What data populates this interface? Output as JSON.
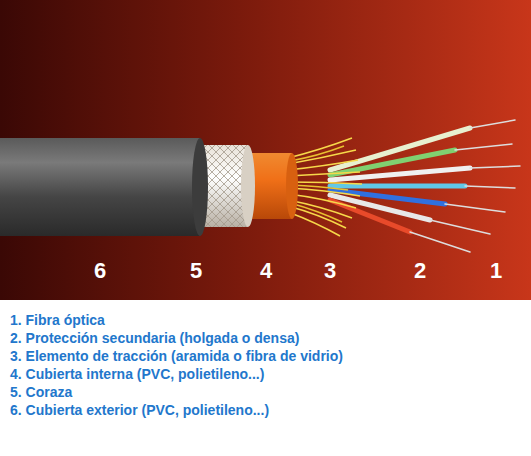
{
  "diagram": {
    "labels": [
      "6",
      "5",
      "4",
      "3",
      "2",
      "1",
      "1. Fibra óptica",
      "2. Protección secundaria (holgada o densa)",
      "3. Elemento de tracción (aramida o fibra de vidrio)",
      "4. Cubierta interna (PVC, polietileno...)",
      "5. Coraza",
      "6. Cubierta exterior (PVC, polietileno...)"
    ]
  }
}
